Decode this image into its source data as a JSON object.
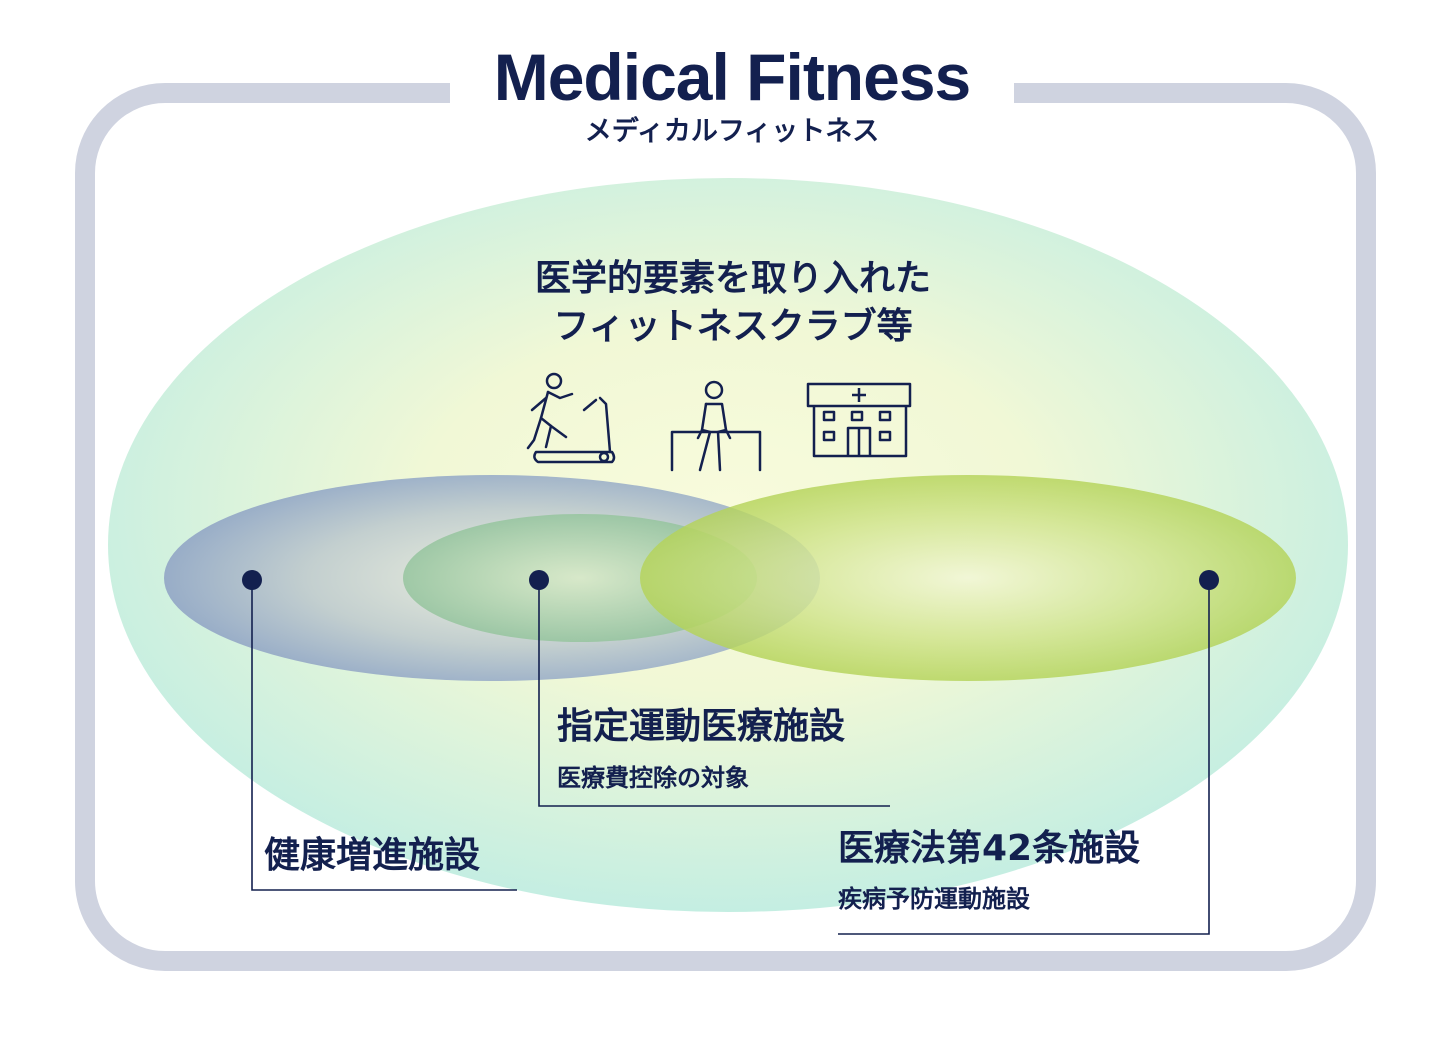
{
  "title": "Medical Fitness",
  "subtitle": "メディカルフィットネス",
  "outer_area": {
    "line1": "医学的要素を取り入れた",
    "line2": "フィットネスクラブ等"
  },
  "icons": [
    "treadmill-icon",
    "walking-rehab-icon",
    "hospital-icon"
  ],
  "sets": {
    "health_promotion": {
      "label": "健康増進施設"
    },
    "designated": {
      "label": "指定運動医療施設",
      "sub": "医療費控除の対象"
    },
    "article42": {
      "label": "医療法第42条施設",
      "sub": "疾病予防運動施設"
    }
  },
  "colors": {
    "navy": "#13204f",
    "frame": "#cfd3e0",
    "outer_ellipse": "#c6efe4",
    "blue_ellipse": "#8ea2c6",
    "green_ellipse": "#a9cd45"
  }
}
